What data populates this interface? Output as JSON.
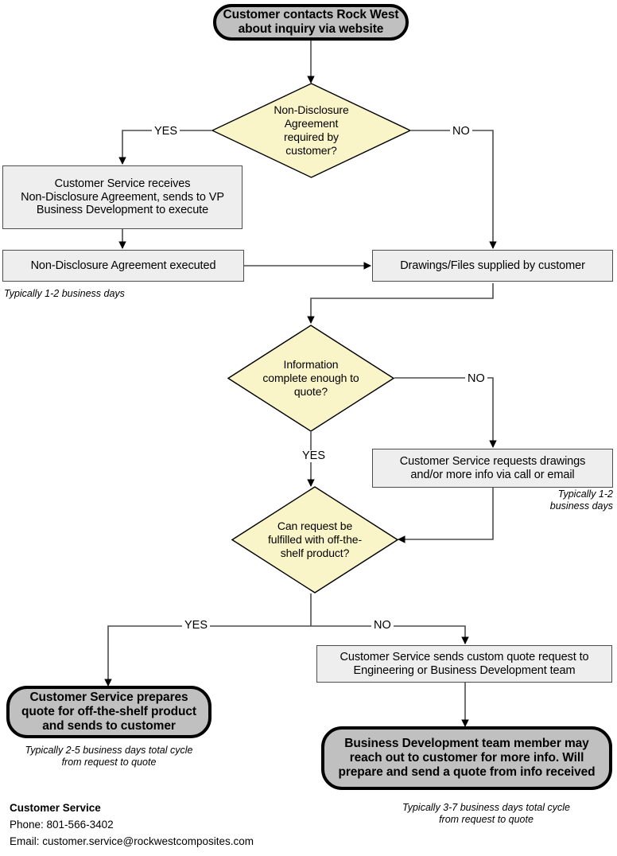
{
  "diagram": {
    "title": "Rock West Composites quote request process flowchart",
    "colors": {
      "terminator_fill": "#c0c0c0",
      "process_fill": "#eeeeee",
      "decision_fill": "#faf5c8",
      "line": "#4d4d4d",
      "text": "#000000",
      "background": "#ffffff"
    },
    "nodes": [
      {
        "id": "start",
        "type": "terminator",
        "text": "Customer contacts Rock West\nabout inquiry via website"
      },
      {
        "id": "nda-decision",
        "type": "decision",
        "text": "Non-Disclosure\nAgreement\nrequired by\ncustomer?"
      },
      {
        "id": "cs-receives-nda",
        "type": "process",
        "text": "Customer Service receives\nNon-Disclosure Agreement, sends to VP\nBusiness Development to execute"
      },
      {
        "id": "nda-executed",
        "type": "process",
        "text": "Non-Disclosure Agreement executed"
      },
      {
        "id": "drawings-supplied",
        "type": "process",
        "text": "Drawings/Files supplied by customer"
      },
      {
        "id": "info-decision",
        "type": "decision",
        "text": "Information\ncomplete enough to\nquote?"
      },
      {
        "id": "cs-requests-drawings",
        "type": "process",
        "text": "Customer Service requests drawings\nand/or more info via call or email"
      },
      {
        "id": "offtheshelf-decision",
        "type": "decision",
        "text": "Can request be\nfulfilled with off-the-\nshelf product?"
      },
      {
        "id": "cs-prepares-quote",
        "type": "terminator",
        "text": "Customer Service prepares\nquote for off-the-shelf product\nand sends to customer"
      },
      {
        "id": "cs-sends-custom-quote",
        "type": "process",
        "text": "Customer Service sends custom quote request to\nEngineering or Business Development team"
      },
      {
        "id": "bd-reaches-out",
        "type": "terminator",
        "text": "Business Development team member may\nreach out to customer for more info. Will\nprepare and send a quote from info received"
      }
    ],
    "edge_labels": {
      "nda_yes": "YES",
      "nda_no": "NO",
      "info_no": "NO",
      "info_yes": "YES",
      "ots_yes": "YES",
      "ots_no": "NO"
    },
    "annotations": [
      {
        "id": "nda-days",
        "text": "Typically 1-2 business days"
      },
      {
        "id": "request-days",
        "text": "Typically 1-2\nbusiness days"
      },
      {
        "id": "ots-cycle",
        "text": "Typically 2-5 business days total cycle\nfrom request to quote"
      },
      {
        "id": "custom-cycle",
        "text": "Typically 3-7 business days total cycle\nfrom request to quote"
      }
    ]
  },
  "footer": {
    "title": "Customer Service",
    "phone": "Phone: 801-566-3402",
    "email": "Email: customer.service@rockwestcomposites.com"
  }
}
